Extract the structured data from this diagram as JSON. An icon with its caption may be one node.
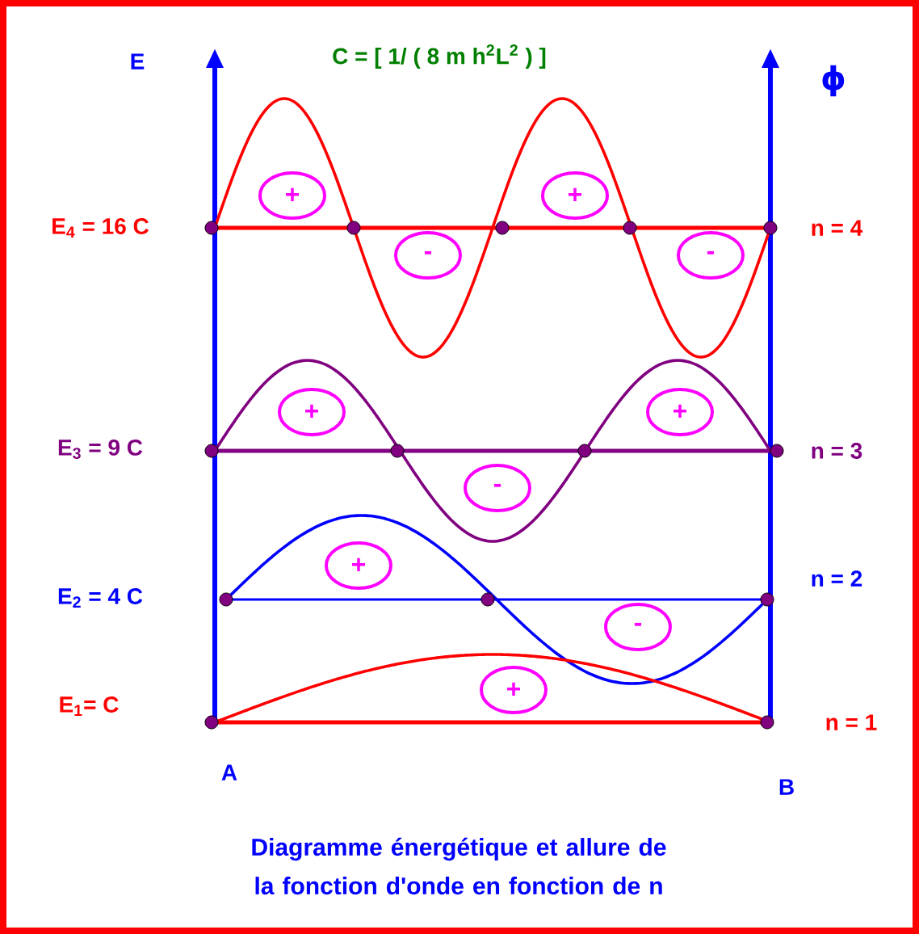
{
  "diagram": {
    "caption": "Diagramme énergétique et allure de la fonction d'onde en fonction de n",
    "nodes": [
      {
        "text": [
          "+"
        ]
      },
      {
        "text": [
          "-"
        ]
      },
      {
        "text": [
          "+"
        ]
      },
      {
        "text": [
          "-"
        ]
      },
      {
        "text": [
          "+"
        ]
      },
      {
        "text": [
          "-"
        ]
      },
      {
        "text": [
          "+"
        ]
      },
      {
        "text": [
          "+"
        ]
      },
      {
        "text": [
          "-"
        ]
      },
      {
        "text": [
          "+"
        ]
      }
    ],
    "labels": [
      "E",
      "C = [ 1/ ( 8 m h$^{2}$L$^{2}$ ) ]",
      "ϕ",
      "E$_{4}$ = 16 C",
      "n = 4",
      "E$_{3}$ = 9 C",
      "n = 3",
      "E$_{2}$ = 4 C",
      "n = 2",
      "E$_{1}$= C",
      "n = 1",
      "A",
      "B"
    ]
  }
}
